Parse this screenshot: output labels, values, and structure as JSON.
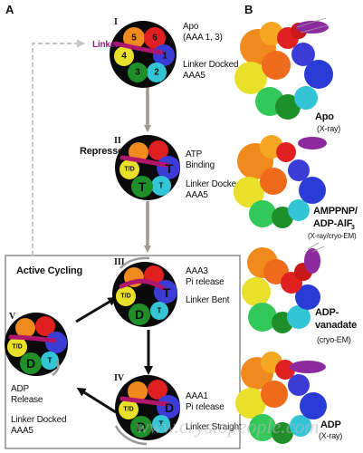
{
  "panels": {
    "a": "A",
    "b": "B"
  },
  "states": [
    {
      "numeral": "I",
      "lines": [
        "Apo",
        "(AAA 1, 3)"
      ],
      "extra": [
        "Linker Docked",
        "AAA5"
      ]
    },
    {
      "numeral": "II",
      "lines": [
        "ATP",
        "Binding"
      ],
      "extra": [
        "Linker Docked",
        "AAA5"
      ]
    },
    {
      "numeral": "III",
      "lines": [
        "AAA3",
        "Pi release"
      ],
      "extra": [
        "Linker Bent"
      ]
    },
    {
      "numeral": "IV",
      "lines": [
        "AAA1",
        "Pi release"
      ],
      "extra": [
        "Linker Straight"
      ]
    },
    {
      "numeral": "V",
      "lines": [
        "ADP",
        "Release"
      ],
      "extra": [
        "Linker Docked",
        "AAA5"
      ]
    }
  ],
  "linker_label": "Linker",
  "repressed_label": "Repressed",
  "active_cycling_label": "Active Cycling",
  "ring_numbers": [
    "1",
    "2",
    "3",
    "4",
    "5",
    "6"
  ],
  "nucleotide_letters": {
    "t": "T",
    "td": "T/D",
    "d": "D"
  },
  "structures": [
    {
      "name": "Apo",
      "method": "(X-ray)"
    },
    {
      "name_lines": [
        "AMPPNP/",
        "ADP-AlF"
      ],
      "name_sub": "3",
      "method": "(X-ray/cryo-EM)"
    },
    {
      "name_lines": [
        "ADP-",
        "vanadate"
      ],
      "method": "(cryo-EM)"
    },
    {
      "name": "ADP",
      "method": "(X-ray)"
    }
  ],
  "watermark": "www.crystopeople.com",
  "colors": {
    "aaa1": "#3b3bd6",
    "aaa2": "#33c5d6",
    "aaa3": "#1f8f2a",
    "aaa4": "#e8e02a",
    "aaa5": "#f08a1c",
    "aaa6": "#e02020",
    "linker": "#b0166b",
    "linker_label": "#9c1a8a"
  }
}
